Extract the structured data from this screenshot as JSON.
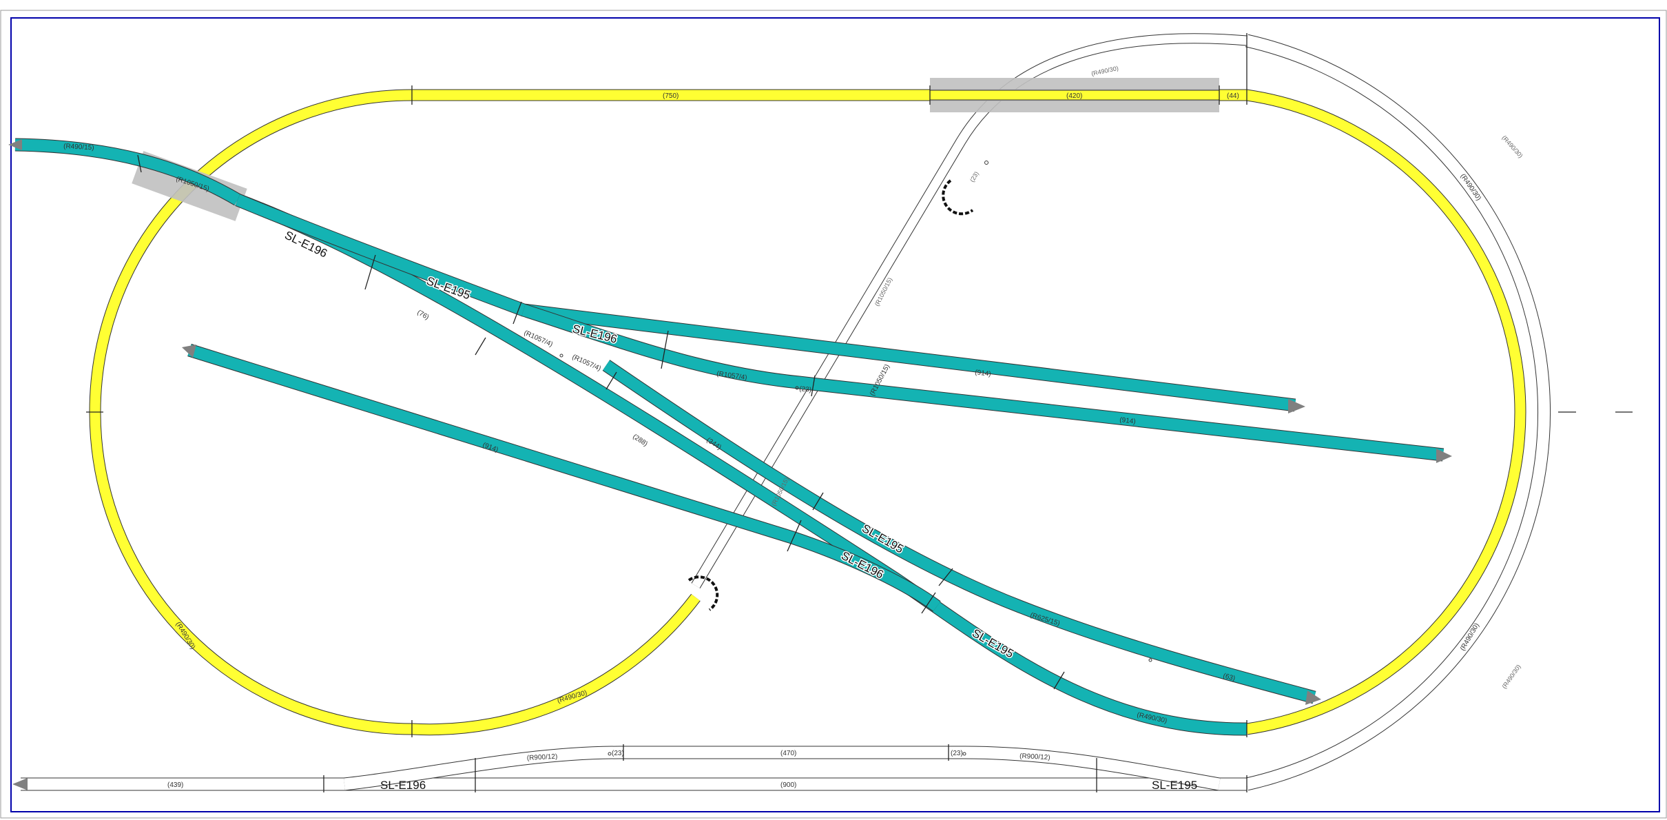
{
  "colors": {
    "yellow_track": "#ffff33",
    "cyan_track": "#14b3b3",
    "outline": "#333333",
    "white_track": "#ffffff",
    "platform": "#c0c0c0",
    "border": "#0000aa",
    "arrow": "#808080"
  },
  "oval_labels": {
    "top_straight": "(750)",
    "top_platform": "(420)",
    "top_short": "(44)",
    "right_upper": "(R490/30)",
    "right_lower": "(R490/30)",
    "left_lower": "(R490/30)",
    "bottom_curve": "(R490/30)",
    "left_platform": "(R1050/15)"
  },
  "outer_labels": {
    "top_arc": "(R490/30)",
    "right_upper": "(R490/30)",
    "right_lower": "(R490/30)",
    "crossing": "(R1050/15)",
    "crossing_2": "(R1050/15)",
    "short": "(23)"
  },
  "yard_labels": {
    "top_left": "(R490/15)",
    "switch_1": "SL-E196",
    "switch_2": "SL-E195",
    "switch_3": "SL-E196",
    "switch_4": "SL-E195",
    "switch_5": "SL-E196",
    "switch_6": "SL-E195",
    "seg_a": "(R1057/4)",
    "seg_b": "(R1057/4)",
    "seg_c": "(R1057/4)",
    "seg_d": "(76)",
    "seg_e": "(23)",
    "seg_f": "(914)",
    "seg_g": "(914)",
    "seg_h": "(914)",
    "seg_i": "(R625/15)",
    "seg_j": "(63)",
    "seg_k": "(R490/30)",
    "seg_l": "(288)",
    "seg_m": "(344)",
    "seg_n": "(R1050/15)"
  },
  "bottom_labels": {
    "left_short": "(439)",
    "main": "(900)",
    "upper_main": "(470)",
    "upper_left_curve": "(R900/12)",
    "upper_right_curve": "(R900/12)",
    "short_left": "(23)",
    "short_right": "(23)",
    "switch_left": "SL-E196",
    "switch_right": "SL-E195"
  }
}
